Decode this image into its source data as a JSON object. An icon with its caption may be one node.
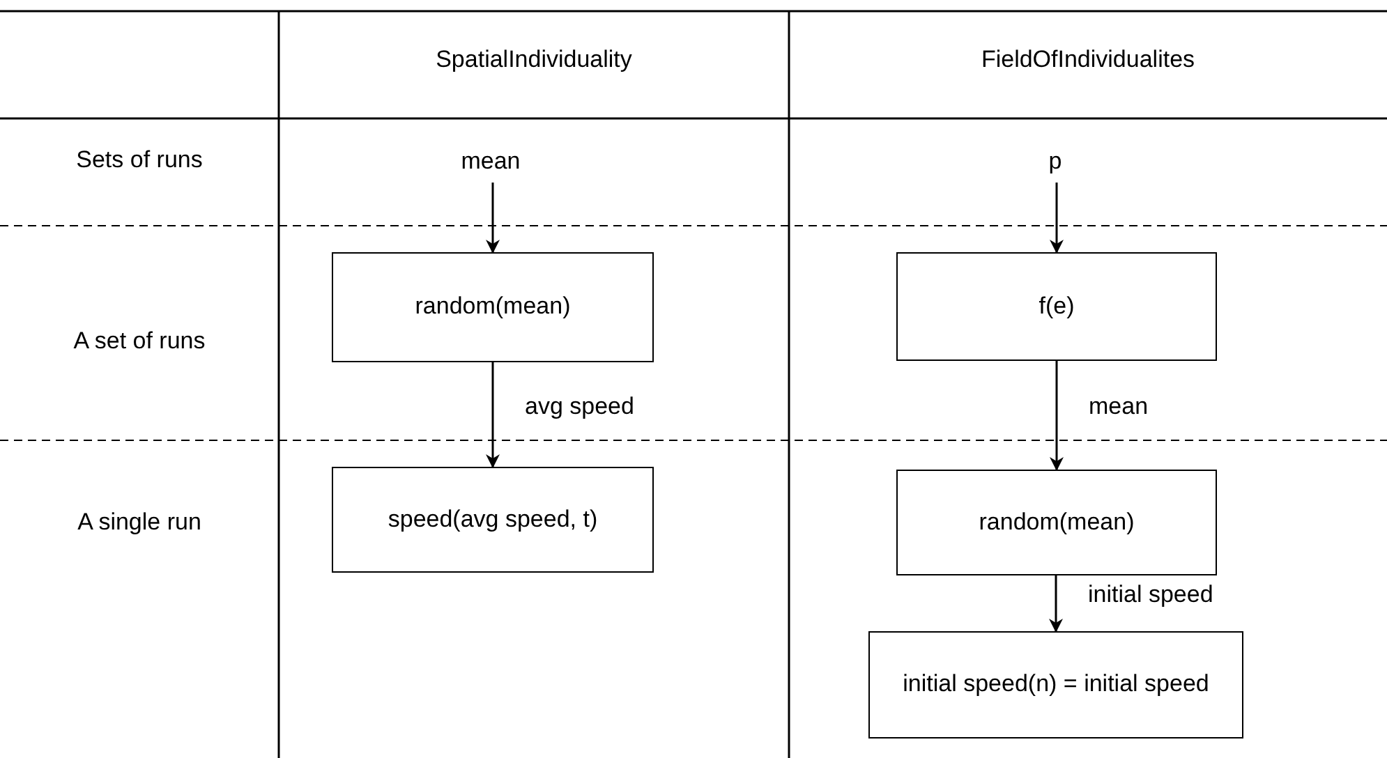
{
  "diagram": {
    "nodes": [
      {
        "text": [
          "mean"
        ]
      },
      {
        "text": [
          "p"
        ]
      },
      {
        "text": [
          "random(mean)"
        ]
      },
      {
        "text": [
          "f(e)"
        ]
      },
      {
        "text": [
          "speed(avg speed, t)"
        ]
      },
      {
        "text": [
          "random(mean)"
        ]
      },
      {
        "text": [
          "initial speed(n) = initial speed"
        ]
      }
    ],
    "edges": [
      {
        "from": 0,
        "to": 2,
        "arrow": "to"
      },
      {
        "from": 2,
        "to": 4,
        "arrow": "to",
        "label": "avg speed"
      },
      {
        "from": 1,
        "to": 3,
        "arrow": "to"
      },
      {
        "from": 3,
        "to": 5,
        "arrow": "to",
        "label": "mean"
      },
      {
        "from": 5,
        "to": 6,
        "arrow": "to",
        "label": "initial speed"
      }
    ],
    "labels": [
      "SpatialIndividuality",
      "FieldOfIndividualites",
      "Sets of runs",
      "A set of runs",
      "A single run"
    ]
  }
}
